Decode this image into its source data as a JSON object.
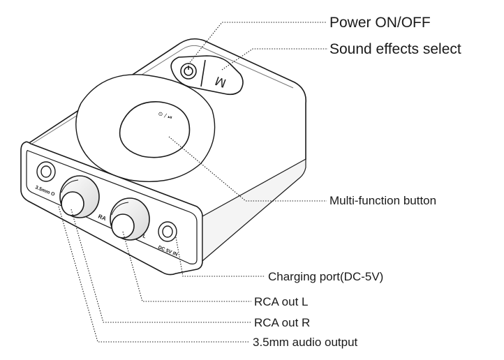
{
  "callouts": {
    "power": "Power ON/OFF",
    "sound_effects": "Sound effects select",
    "multi_function": "Multi-function button",
    "charging_port": "Charging port(DC-5V)",
    "rca_l": "RCA out L",
    "rca_r": "RCA out R",
    "audio_out": "3.5mm audio output"
  },
  "device_markings": {
    "mode_button": "M",
    "play_pause": "⊙ / ⏯",
    "audio_jack": "3.5mm O",
    "rca_label": "RA",
    "dc_label": "DC 5V IN",
    "l_mark": "L"
  },
  "colors": {
    "line": "#1a1a1a",
    "body_fill": "#ffffff",
    "shade": "#cfcfcf"
  },
  "icons": {
    "power_button": "power-icon",
    "play_pause": "play-pause-icon"
  }
}
